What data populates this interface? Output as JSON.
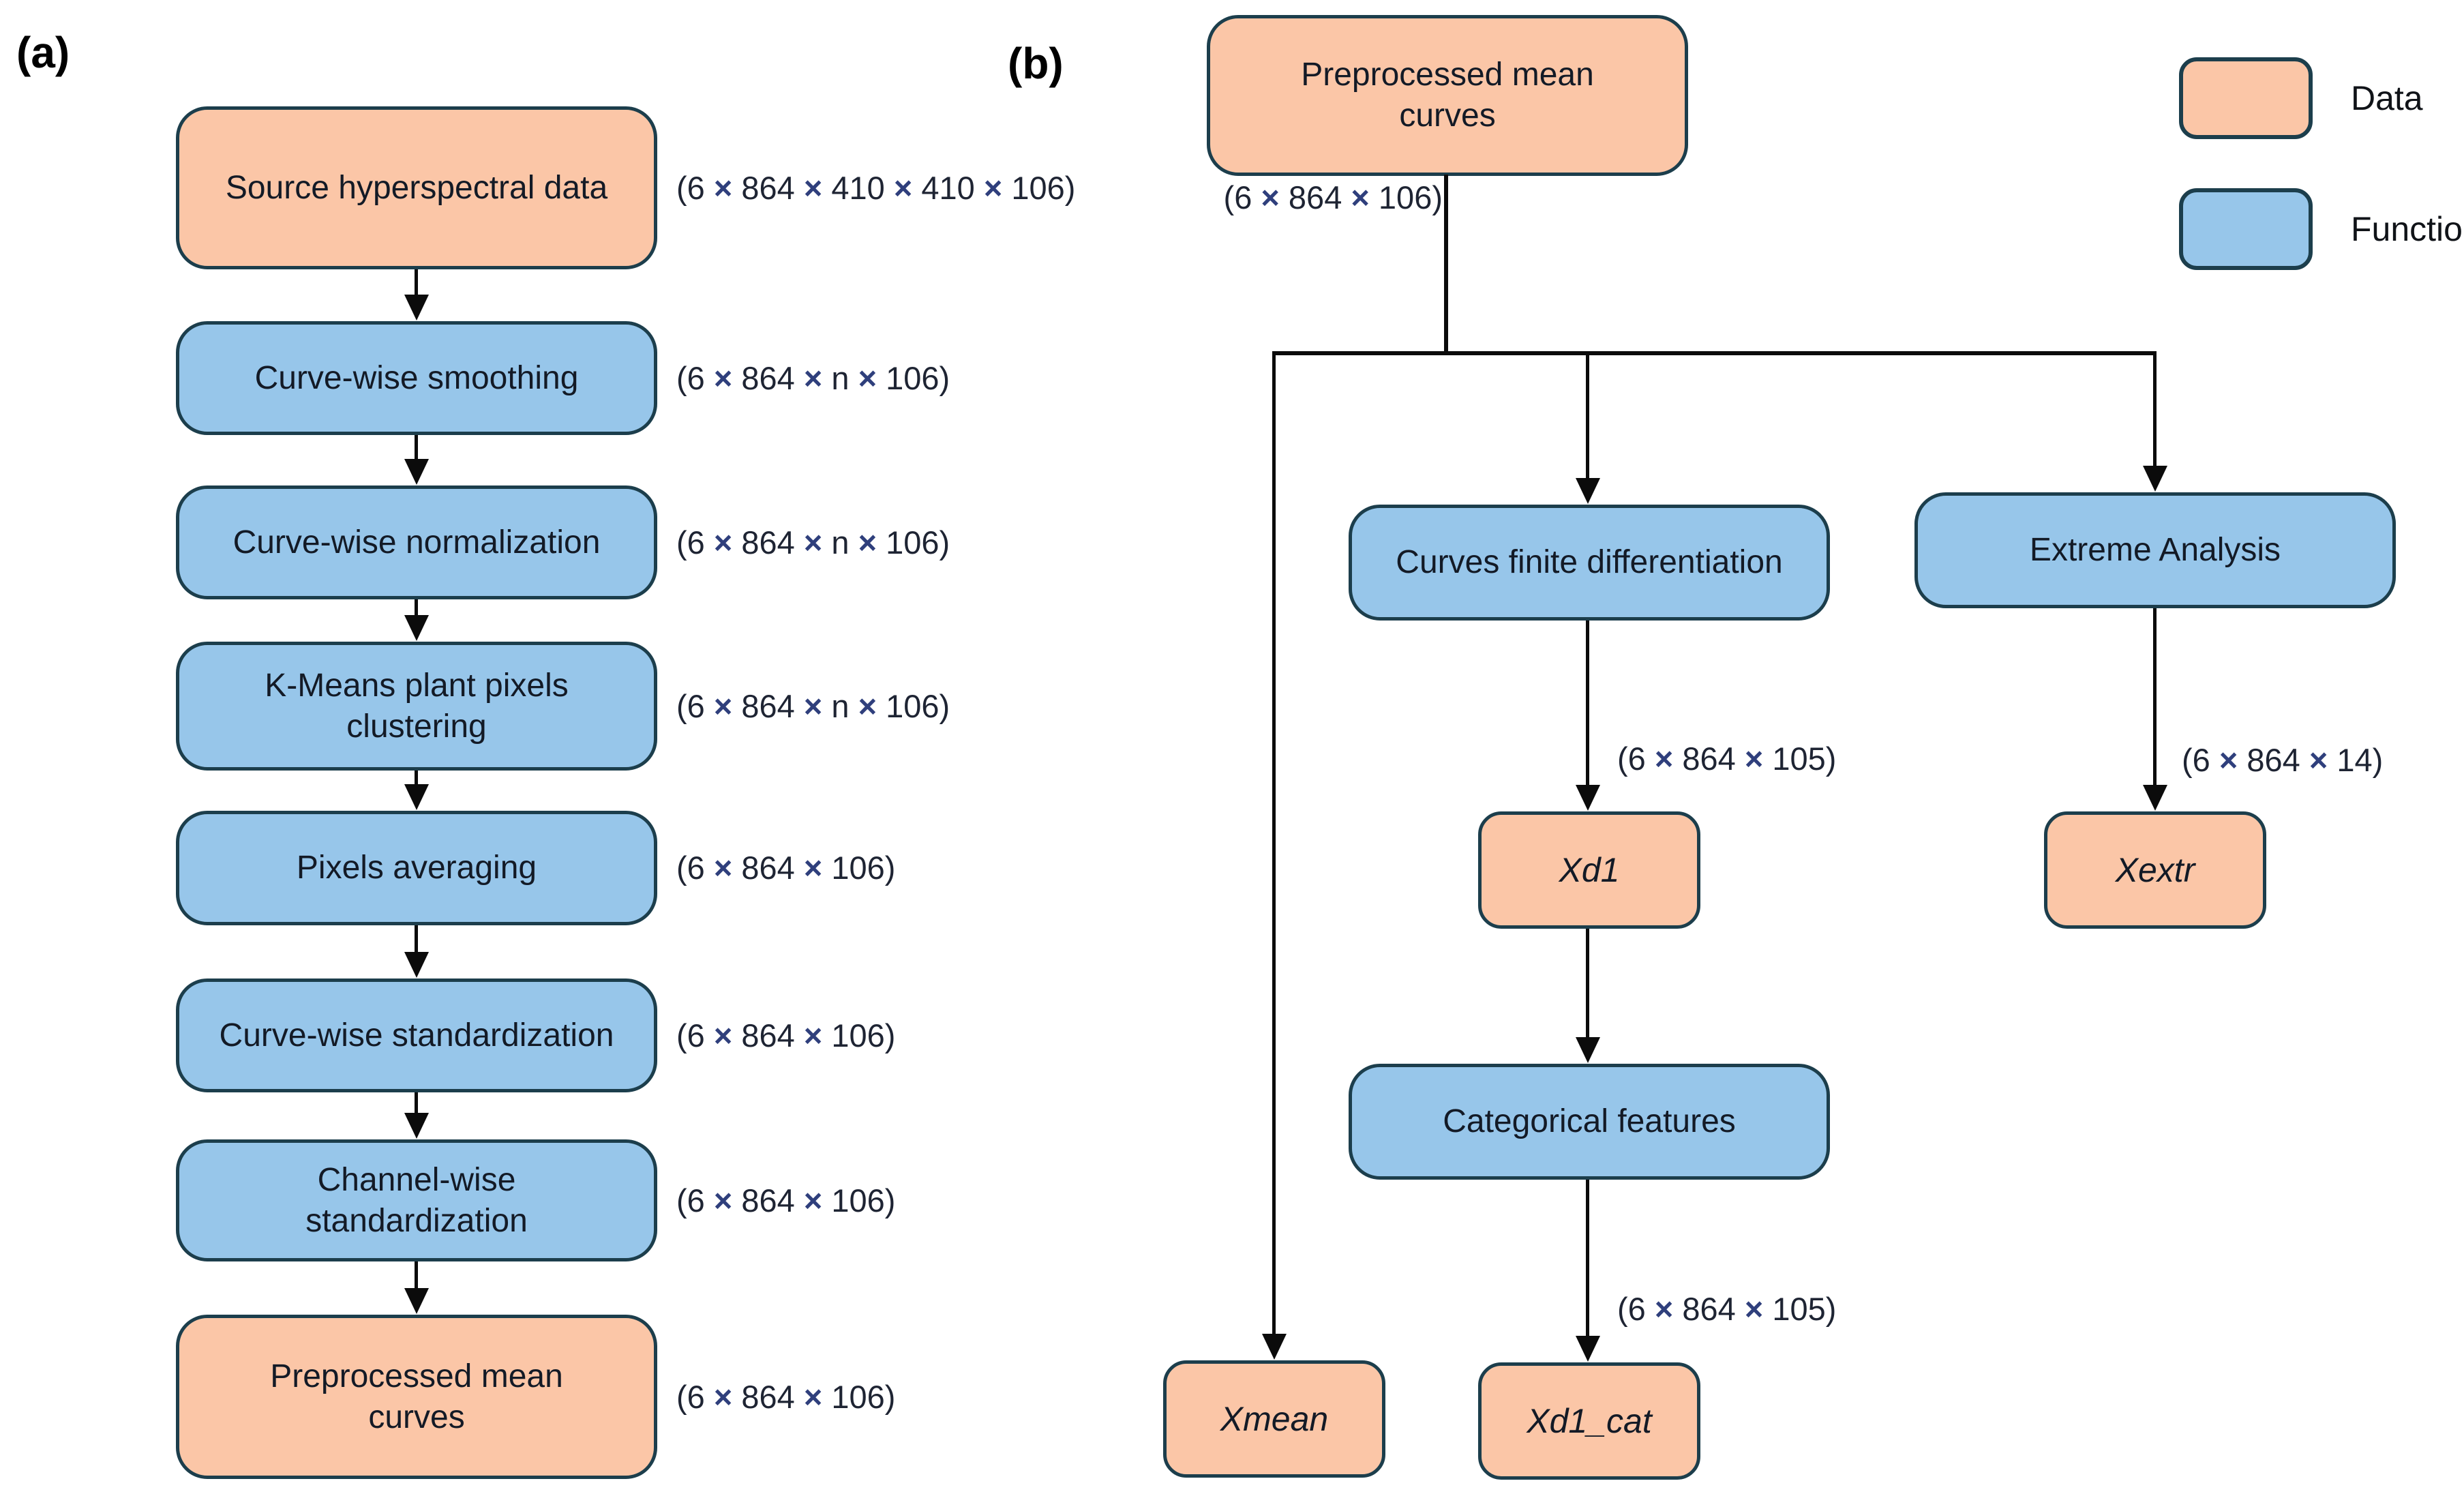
{
  "panel_a": {
    "label": "(a)",
    "steps": [
      {
        "lines": [
          "Source hyperspectral data"
        ],
        "dim": "(6 × 864 × 410 × 410 × 106)",
        "type": "data"
      },
      {
        "lines": [
          "Curve-wise smoothing"
        ],
        "dim": "(6 × 864 × n × 106)",
        "type": "function"
      },
      {
        "lines": [
          "Curve-wise normalization"
        ],
        "dim": "(6 × 864 × n × 106)",
        "type": "function"
      },
      {
        "lines": [
          "K-Means plant pixels",
          "clustering"
        ],
        "dim": "(6 × 864 × n × 106)",
        "type": "function"
      },
      {
        "lines": [
          "Pixels averaging"
        ],
        "dim": "(6 × 864 × 106)",
        "type": "function"
      },
      {
        "lines": [
          "Curve-wise standardization"
        ],
        "dim": "(6 × 864 × 106)",
        "type": "function"
      },
      {
        "lines": [
          "Channel-wise",
          "standardization"
        ],
        "dim": "(6 × 864 × 106)",
        "type": "function"
      },
      {
        "lines": [
          "Preprocessed mean",
          "curves"
        ],
        "dim": "(6 × 864 × 106)",
        "type": "data"
      }
    ]
  },
  "panel_b": {
    "label": "(b)",
    "root": {
      "lines": [
        "Preprocessed mean",
        "curves"
      ],
      "dim": "(6 × 864 × 106)",
      "type": "data"
    },
    "branches": {
      "left": {
        "output": {
          "label": "Xmean",
          "type": "data"
        }
      },
      "middle": {
        "function1": {
          "label": "Curves finite differentiation",
          "type": "function"
        },
        "dim1": "(6 × 864 × 105)",
        "output1": {
          "label": "Xd1",
          "type": "data"
        },
        "function2": {
          "label": "Categorical features",
          "type": "function"
        },
        "dim2": "(6 × 864 × 105)",
        "output2": {
          "label": "Xd1_cat",
          "type": "data"
        }
      },
      "right": {
        "function": {
          "label": "Extreme Analysis",
          "type": "function"
        },
        "dim": "(6 × 864 × 14)",
        "output": {
          "label": "Xextr",
          "type": "data"
        }
      }
    }
  },
  "legend": {
    "items": [
      {
        "label": "Data",
        "type": "data"
      },
      {
        "label": "Function",
        "type": "function"
      }
    ]
  },
  "colors": {
    "data_fill": "#FBC6A7",
    "function_fill": "#97C6EA",
    "border": "#1C3E4C",
    "line": "#0B0B0B",
    "text": "#131A26",
    "dim_text": "#1E2433",
    "times_sign": "#2F3F7C"
  }
}
